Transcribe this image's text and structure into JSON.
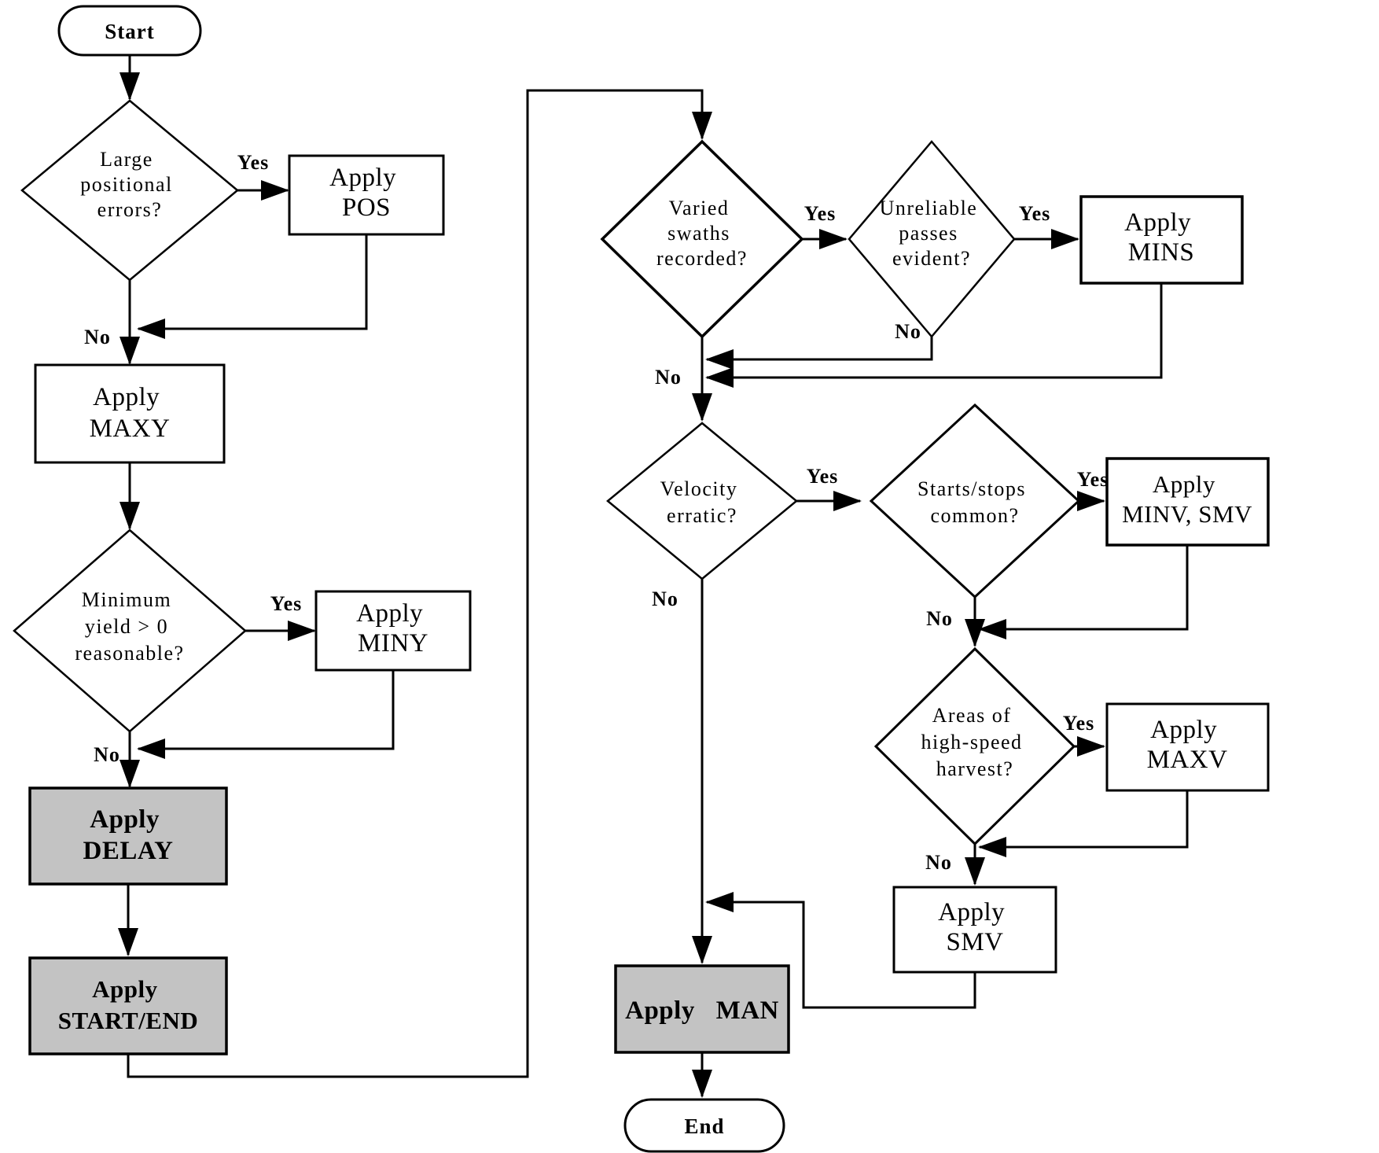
{
  "diagram": {
    "type": "flowchart",
    "colors": {
      "background": "#ffffff",
      "line": "#000000",
      "shaded_box_fill": "#c3c3c3"
    },
    "labels": {
      "yes": "Yes",
      "no": "No"
    },
    "nodes": {
      "start": {
        "type": "terminator",
        "label": "Start"
      },
      "d_positional": {
        "type": "decision",
        "lines": [
          "Large",
          "positional",
          "errors?"
        ]
      },
      "apply_pos": {
        "type": "process",
        "lines": [
          "Apply",
          "POS"
        ]
      },
      "apply_maxy": {
        "type": "process",
        "lines": [
          "Apply",
          "MAXY"
        ]
      },
      "d_min_yield": {
        "type": "decision",
        "lines": [
          "Minimum",
          "yield > 0",
          "reasonable?"
        ]
      },
      "apply_miny": {
        "type": "process",
        "lines": [
          "Apply",
          "MINY"
        ]
      },
      "apply_delay": {
        "type": "process-shaded",
        "lines": [
          "Apply",
          "DELAY"
        ]
      },
      "apply_start_end": {
        "type": "process-shaded",
        "lines": [
          "Apply",
          "START/END"
        ]
      },
      "d_varied_swaths": {
        "type": "decision",
        "lines": [
          "Varied",
          "swaths",
          "recorded?"
        ]
      },
      "d_unreliable_passes": {
        "type": "decision",
        "lines": [
          "Unreliable",
          "passes",
          "evident?"
        ]
      },
      "apply_mins": {
        "type": "process",
        "lines": [
          "Apply",
          "MINS"
        ]
      },
      "d_velocity_erratic": {
        "type": "decision",
        "lines": [
          "Velocity",
          "erratic?"
        ]
      },
      "d_starts_stops": {
        "type": "decision",
        "lines": [
          "Starts/stops",
          "common?"
        ]
      },
      "apply_minv_smv": {
        "type": "process",
        "lines": [
          "Apply",
          "MINV, SMV"
        ]
      },
      "d_high_speed": {
        "type": "decision",
        "lines": [
          "Areas of",
          "high-speed",
          "harvest?"
        ]
      },
      "apply_maxv": {
        "type": "process",
        "lines": [
          "Apply",
          "MAXV"
        ]
      },
      "apply_smv": {
        "type": "process",
        "lines": [
          "Apply",
          "SMV"
        ]
      },
      "apply_man": {
        "type": "process-shaded",
        "label": "Apply MAN"
      },
      "end": {
        "type": "terminator",
        "label": "End"
      }
    },
    "connections": [
      {
        "from": "start",
        "to": "d_positional",
        "label": ""
      },
      {
        "from": "d_positional",
        "to": "apply_pos",
        "label": "Yes"
      },
      {
        "from": "d_positional",
        "to": "apply_maxy",
        "label": "No"
      },
      {
        "from": "apply_pos",
        "to": "apply_maxy",
        "label": ""
      },
      {
        "from": "apply_maxy",
        "to": "d_min_yield",
        "label": ""
      },
      {
        "from": "d_min_yield",
        "to": "apply_miny",
        "label": "Yes"
      },
      {
        "from": "d_min_yield",
        "to": "apply_delay",
        "label": "No"
      },
      {
        "from": "apply_miny",
        "to": "apply_delay",
        "label": ""
      },
      {
        "from": "apply_delay",
        "to": "apply_start_end",
        "label": ""
      },
      {
        "from": "apply_start_end",
        "to": "d_varied_swaths",
        "label": ""
      },
      {
        "from": "d_varied_swaths",
        "to": "d_unreliable_passes",
        "label": "Yes"
      },
      {
        "from": "d_varied_swaths",
        "to": "d_velocity_erratic",
        "label": "No"
      },
      {
        "from": "d_unreliable_passes",
        "to": "apply_mins",
        "label": "Yes"
      },
      {
        "from": "d_unreliable_passes",
        "to": "d_velocity_erratic",
        "label": "No"
      },
      {
        "from": "apply_mins",
        "to": "d_velocity_erratic",
        "label": ""
      },
      {
        "from": "d_velocity_erratic",
        "to": "d_starts_stops",
        "label": "Yes"
      },
      {
        "from": "d_velocity_erratic",
        "to": "apply_man",
        "label": "No"
      },
      {
        "from": "d_starts_stops",
        "to": "apply_minv_smv",
        "label": "Yes"
      },
      {
        "from": "d_starts_stops",
        "to": "d_high_speed",
        "label": "No"
      },
      {
        "from": "apply_minv_smv",
        "to": "d_high_speed",
        "label": ""
      },
      {
        "from": "d_high_speed",
        "to": "apply_maxv",
        "label": "Yes"
      },
      {
        "from": "d_high_speed",
        "to": "apply_smv",
        "label": "No"
      },
      {
        "from": "apply_maxv",
        "to": "apply_smv",
        "label": ""
      },
      {
        "from": "apply_smv",
        "to": "apply_man",
        "label": ""
      },
      {
        "from": "apply_man",
        "to": "end",
        "label": ""
      }
    ]
  }
}
